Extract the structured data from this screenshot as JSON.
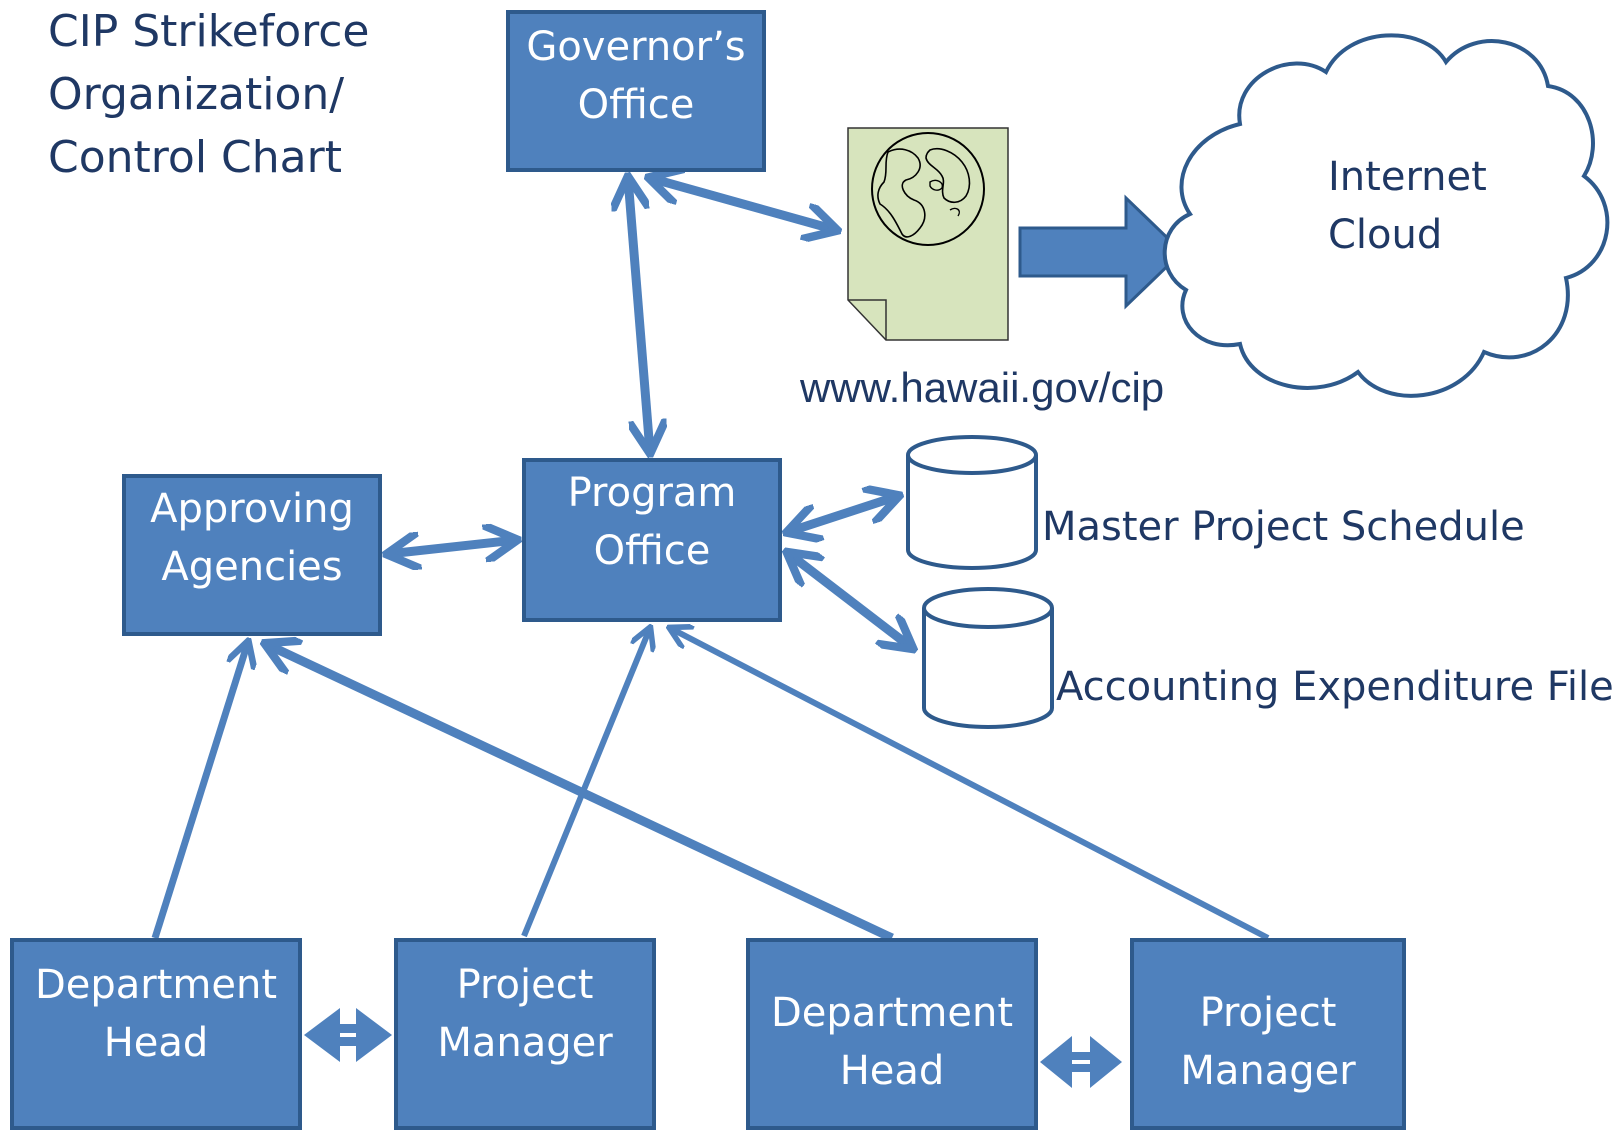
{
  "title": {
    "line1": "CIP Strikeforce",
    "line2": "Organization/",
    "line3": "Control Chart"
  },
  "nodes": {
    "governors_office": {
      "line1": "Governor’s",
      "line2": "Office"
    },
    "program_office": {
      "line1": "Program",
      "line2": "Office"
    },
    "approving_agencies": {
      "line1": "Approving",
      "line2": "Agencies"
    },
    "department_head_1": {
      "line1": "Department",
      "line2": "Head"
    },
    "project_manager_1": {
      "line1": "Project",
      "line2": "Manager"
    },
    "department_head_2": {
      "line1": "Department",
      "line2": "Head"
    },
    "project_manager_2": {
      "line1": "Project",
      "line2": "Manager"
    }
  },
  "cloud": {
    "line1": "Internet",
    "line2": "Cloud"
  },
  "web_page": {
    "url": "www.hawaii.gov/cip",
    "icon": "globe-document-icon"
  },
  "databases": {
    "master_schedule": "Master Project Schedule",
    "accounting_file": "Accounting Expenditure File"
  },
  "colors": {
    "box_fill": "#4f81bd",
    "box_border": "#2e5a8c",
    "arrow": "#4f81bd",
    "title_text": "#1f3864",
    "document_fill": "#d7e4bd"
  }
}
